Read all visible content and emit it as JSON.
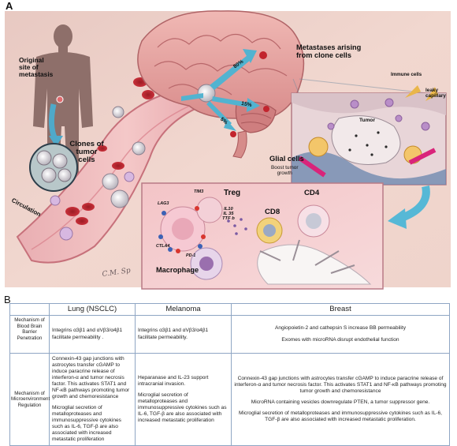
{
  "panel_a": {
    "letter": "A",
    "labels": {
      "original_site": [
        "Original",
        "site of",
        "metastasis"
      ],
      "clones": [
        "Clones of",
        "tumor",
        "cells"
      ],
      "circulation": "Circulation",
      "metastases": [
        "Metastases arising",
        "from clone cells"
      ],
      "immune_cells": "Immune cells",
      "leaky_capillary": [
        "leaky",
        "capillary"
      ],
      "tumor": "Tumor",
      "glial_cells": "Glial cells",
      "boost_growth": [
        "Boost tumor",
        "growth"
      ],
      "pct_80": "80%",
      "pct_15": "15%",
      "pct_5": "5%",
      "treg": "Treg",
      "tim3": "TIM3",
      "lag3": "LAG3",
      "ctla4": "CTLA4",
      "pd1": "PD-1",
      "cytokines": [
        "IL10",
        "IL 35",
        "TTF b"
      ],
      "cd8": "CD8",
      "cd4": "CD4",
      "macrophage": "Macrophage"
    }
  },
  "panel_b": {
    "letter": "B",
    "columns": [
      "Lung (NSCLC)",
      "Melanoma",
      "Breast"
    ],
    "rows": [
      {
        "header": "Mechanism of Blood Brain Barrier Penetration",
        "lung": [
          "Integrins α3β1 and αVβ3/α4β1 facilitate permeability ."
        ],
        "melanoma": [
          "Integrins α3β1 and αVβ3/α4β1 facilitate permeability."
        ],
        "breast": [
          "Angiopoietin-2 and cathepsin S increase BB permeability",
          "Exomes with microRNA disrupt endothelial function"
        ]
      },
      {
        "header": "Mechanism of Microenvironment Regulation",
        "lung": [
          "Connexin-43 gap junctions with astrocytes transfer cGAMP to induce paracrine release of interferon-α and tumor necrosis factor. This activates STAT1 and NF-κB pathways promoting tumor growth and chemoresistance",
          "Microglial secretion of metalloproteases and immunosuppressive cytokines such as IL-6, TGF-β are also associated with increased metastatic proliferation"
        ],
        "melanoma": [
          "Heparanase and IL-23 support intracranial invasion.",
          "Microglial secretion of metalloproteases and immunosuppressive cytokines such as IL-6, TGF-β are also associated with increased metastatic proliferation"
        ],
        "breast": [
          "Connexin-43 gap junctions with astrocytes transfer cGAMP to induce paracrine release of interferon-α and tumor necrosis factor. This activates STAT1 and NF-κB pathways promoting tumor growth and chemoresistance",
          "MicroRNA containing vesicles downregulate PTEN, a tumor suppressor gene.",
          "Microglial secretion of metalloproteases and immunosuppressive cytokines such as IL-6, TGF-β are also associated with increased metastatic proliferation."
        ]
      }
    ]
  }
}
